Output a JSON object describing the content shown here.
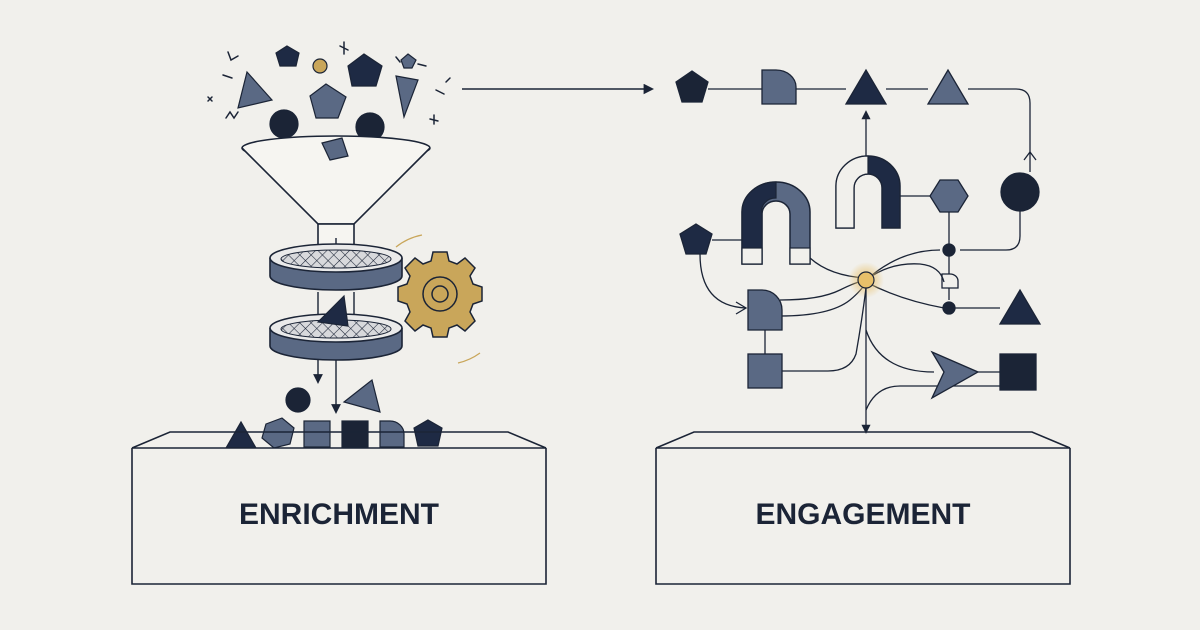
{
  "stages": [
    {
      "id": "enrichment",
      "label": "ENRICHMENT"
    },
    {
      "id": "engagement",
      "label": "ENGAGEMENT"
    }
  ],
  "colors": {
    "background": "#f1f0ec",
    "ink": "#1b2436",
    "navy": "#1e2a44",
    "slate": "#5a6984",
    "gold": "#c9a65a",
    "funnel_fill": "#f6f5f1"
  },
  "icons": [
    "funnel-icon",
    "sieve-icon",
    "gear-icon",
    "magnet-icon",
    "hexagon-icon",
    "pentagon-icon",
    "triangle-icon",
    "square-icon",
    "circle-icon",
    "half-round-icon",
    "arrow-icon",
    "glow-node-icon"
  ]
}
